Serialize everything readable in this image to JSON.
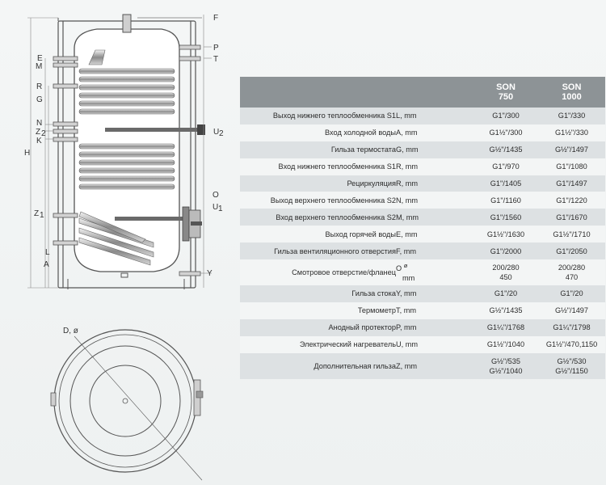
{
  "drawing": {
    "labels": {
      "F": "F",
      "P": "P",
      "T": "T",
      "E": "E",
      "M": "M",
      "R": "R",
      "G": "G",
      "N": "N",
      "Z2": "Z",
      "Z2sub": "2",
      "K": "K",
      "U2": "U",
      "U2sub": "2",
      "H": "H",
      "O": "O",
      "U1": "U",
      "U1sub": "1",
      "Z1": "Z",
      "Z1sub": "1",
      "L": "L",
      "A": "A",
      "Y": "Y",
      "D": "D, ø"
    }
  },
  "table": {
    "headers": {
      "col1_line1": "SON",
      "col1_line2": "750",
      "col2_line1": "SON",
      "col2_line2": "1000"
    },
    "rows": [
      {
        "name": "Выход нижнего теплообменника S1",
        "sym": "L, mm",
        "v1": "G1\"/300",
        "v2": "G1\"/330"
      },
      {
        "name": "Вход холодной воды",
        "sym": "A, mm",
        "v1": "G1½\"/300",
        "v2": "G1½\"/330"
      },
      {
        "name": "Гильза термостата",
        "sym": "G, mm",
        "v1": "G½\"/1435",
        "v2": "G½\"/1497"
      },
      {
        "name": "Вход нижнего теплообменника S1",
        "sym": "R, mm",
        "v1": "G1\"/970",
        "v2": "G1\"/1080"
      },
      {
        "name": "Рециркуляция",
        "sym": "R, mm",
        "v1": "G1\"/1405",
        "v2": "G1\"/1497"
      },
      {
        "name": "Выход верхнего теплообменника S2",
        "sym": "N, mm",
        "v1": "G1\"/1160",
        "v2": "G1\"/1220"
      },
      {
        "name": "Вход верхнего теплообменника S2",
        "sym": "M, mm",
        "v1": "G1\"/1560",
        "v2": "G1\"/1670"
      },
      {
        "name": "Выход горячей воды",
        "sym": "E, mm",
        "v1": "G1½\"/1630",
        "v2": "G1½\"/1710"
      },
      {
        "name": "Гильза вентиляционного отверстия",
        "sym": "F, mm",
        "v1": "G1\"/2000",
        "v2": "G1\"/2050"
      },
      {
        "name": "Смотровое отверстие/фланец",
        "sym": "O",
        "sym_sup": "ø",
        "sym2": "mm",
        "v1": "200/280",
        "v1b": "450",
        "v2": "200/280",
        "v2b": "470"
      },
      {
        "name": "Гильза стока",
        "sym": "Y, mm",
        "v1": "G1\"/20",
        "v2": "G1\"/20"
      },
      {
        "name": "Термометр",
        "sym": "T, mm",
        "v1": "G½\"/1435",
        "v2": "G½\"/1497"
      },
      {
        "name": "Анодный протектор",
        "sym": "P, mm",
        "v1": "G1¼\"/1768",
        "v2": "G1¼\"/1798"
      },
      {
        "name": "Электрический нагреватель",
        "sym": "U, mm",
        "v1": "G1½\"/1040",
        "v2": "G1½\"/470,1150"
      },
      {
        "name": "Дополнительная гильза",
        "sym": "Z, mm",
        "v1": "G½\"/535",
        "v1b": "G½\"/1040",
        "v2": "G½\"/530",
        "v2b": "G½\"/1150"
      }
    ]
  }
}
